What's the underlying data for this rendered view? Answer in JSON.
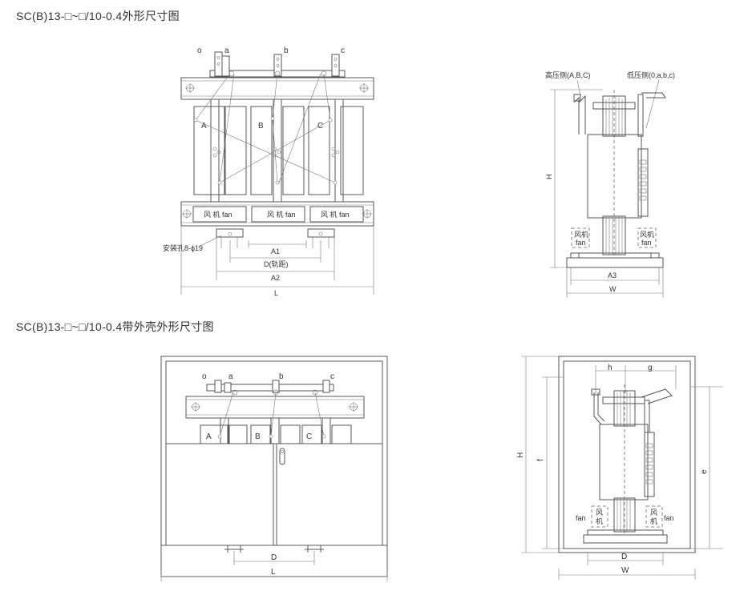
{
  "titles": {
    "drawing1": "SC(B)13-□~□/10-0.4外形尺寸图",
    "drawing2": "SC(B)13-□~□/10-0.4带外壳外形尺寸图"
  },
  "front_view": {
    "terminals": {
      "o": "o",
      "a": "a",
      "b": "b",
      "c": "c"
    },
    "phases": {
      "A": "A",
      "B": "B",
      "C": "C"
    },
    "fan": "风 机 fan",
    "mount_hole": "安装孔8-ϕ19",
    "dims": {
      "A1": "A1",
      "D": "D(轨距)",
      "A2": "A2",
      "L": "L"
    }
  },
  "side_view": {
    "hv_side": "高压侧(A,B,C)",
    "lv_side": "低压侧(0,a,b,c)",
    "H": "H",
    "A3": "A3",
    "W": "W",
    "fan_cn": "风机",
    "fan_en": "fan"
  },
  "enclosed_front": {
    "terminals": {
      "o": "o",
      "a": "a",
      "b": "b",
      "c": "c"
    },
    "phases": {
      "A": "A",
      "B": "B",
      "C": "C"
    },
    "D": "D",
    "L": "L"
  },
  "enclosed_side": {
    "h": "h",
    "g": "g",
    "H": "H",
    "f": "f",
    "e": "e",
    "D": "D",
    "W": "W",
    "fan_cn1": "风",
    "fan_cn2": "机",
    "fan_en": "fan"
  }
}
